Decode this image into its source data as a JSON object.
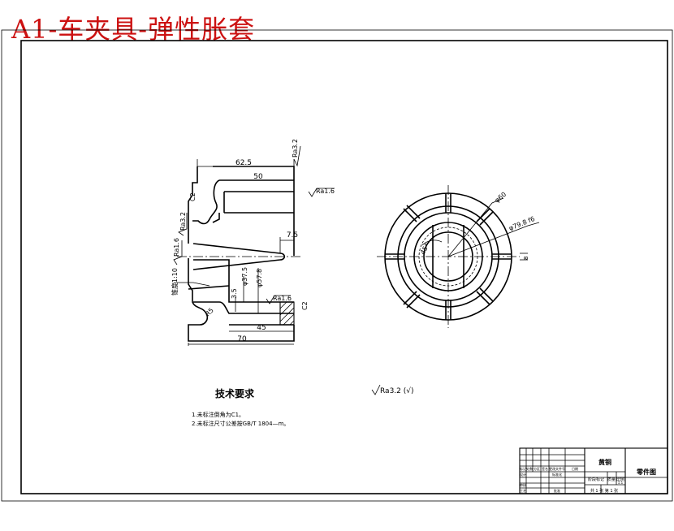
{
  "title": "A1-车夹具-弹性胀套",
  "colors": {
    "title": "#cc1111",
    "lines": "#000000",
    "background": "#ffffff"
  },
  "dimensions": {
    "d62_5": "62.5",
    "d50": "50",
    "d7_5": "7.5",
    "d45": "45",
    "d70": "70",
    "d37_5": "φ37.5",
    "d57_8": "φ57.8",
    "d3_5": "3.5",
    "c2_top": "C2",
    "c2_bottom": "C2",
    "taper": "锥度1:10",
    "r5": "R5",
    "d60": "φ60",
    "d79_8": "φ79.8 f6",
    "d8": "8",
    "angle45": "45°"
  },
  "roughness": {
    "r3_2_top": "Ra3.2",
    "r1_6_bore": "Ra1.6",
    "r3_2_left": "Ra3.2",
    "r1_6_left": "Ra1.6",
    "r1_6_inner": "Ra1.6",
    "general": "Ra3.2 (√)"
  },
  "tech": {
    "heading": "技术要求",
    "note1": "1.未标注倒角为C1。",
    "note2": "2.未标注尺寸公差按GB/T 1804—m。"
  },
  "title_block": {
    "material": "黄铜",
    "drawing_type": "零件图",
    "scale_label": "比例",
    "weight_label": "质量",
    "sheet_label": "共 1 张  第 1 张",
    "design_label": "设计",
    "check_label": "审核",
    "approve_label": "批准",
    "std_label": "标准化",
    "process_label": "工艺",
    "date_label": "日期",
    "sign_label": "签名",
    "mark_label": "标记",
    "count_label": "处数",
    "area_label": "分区",
    "change_label": "更改文件号",
    "stage_label": "阶段标记",
    "scale_value": "1:1"
  }
}
